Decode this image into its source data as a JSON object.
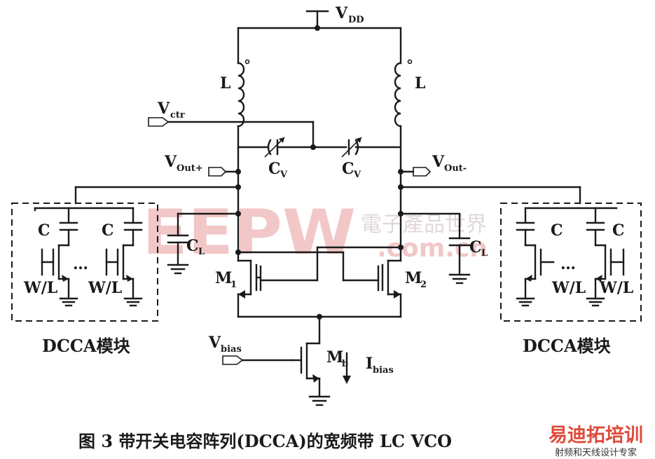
{
  "supply": {
    "main": "V",
    "sub": "DD"
  },
  "inductor_left": "L",
  "inductor_right": "L",
  "vctr": {
    "main": "V",
    "sub": "ctr"
  },
  "cv_left": {
    "main": "C",
    "sub": "V"
  },
  "cv_right": {
    "main": "C",
    "sub": "V"
  },
  "vout_pos": {
    "main": "V",
    "sub": "Out+"
  },
  "vout_neg": {
    "main": "V",
    "sub": "Out-"
  },
  "cl_left": {
    "main": "C",
    "sub": "L"
  },
  "cl_right": {
    "main": "C",
    "sub": "L"
  },
  "m1": {
    "main": "M",
    "sub": "1"
  },
  "m2": {
    "main": "M",
    "sub": "2"
  },
  "mb": {
    "main": "M",
    "sub": "b"
  },
  "vbias": {
    "main": "V",
    "sub": "bias"
  },
  "ibias": {
    "main": "I",
    "sub": "bias"
  },
  "dcca_left": {
    "c1": "C",
    "c2": "C",
    "wl1": "W/L",
    "wl2": "W/L",
    "dots": "…",
    "label": "DCCA模块"
  },
  "dcca_right": {
    "c1": "C",
    "c2": "C",
    "wl1": "W/L",
    "wl2": "W/L",
    "dots": "…",
    "label": "DCCA模块"
  },
  "caption": "图 3   带开关电容阵列(DCCA)的宽频带 LC VCO",
  "watermark": {
    "main": "EEPW",
    "chinese": "電子產品世界",
    "url": ".com.cn"
  },
  "logo": {
    "title": "易迪拓培训",
    "subtitle": "射频和天线设计专家"
  }
}
